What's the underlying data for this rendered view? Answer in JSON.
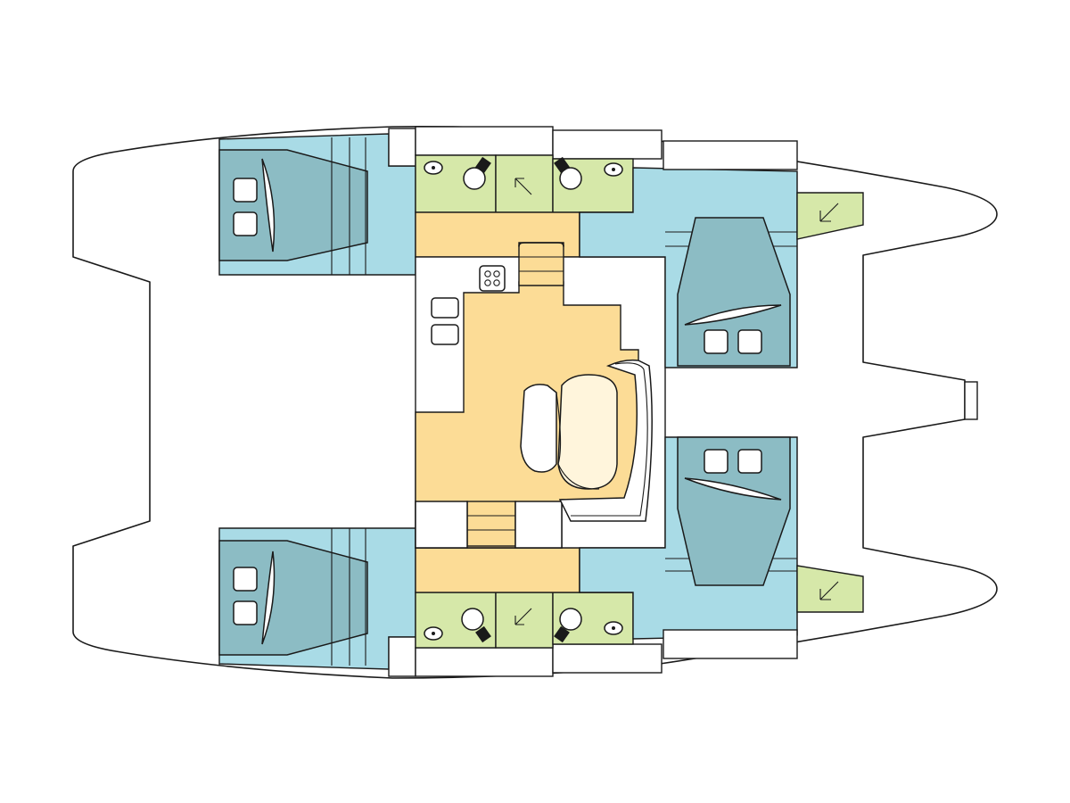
{
  "diagram": {
    "colors": {
      "cabin": "#a9dbe6",
      "bed": "#8cbcc4",
      "wet": "#d6e8a9",
      "salon": "#fcdc96",
      "outline": "#1a1a1a",
      "background": "#ffffff"
    },
    "icons": [
      "bed-icon",
      "pillow-icon",
      "toilet-icon",
      "sink-icon",
      "shower-icon",
      "stove-icon",
      "table-icon",
      "sofa-icon",
      "stairs-icon"
    ],
    "cabins": [
      {
        "position": "port-aft"
      },
      {
        "position": "starboard-aft"
      },
      {
        "position": "port-forward"
      },
      {
        "position": "starboard-forward"
      }
    ],
    "heads": [
      {
        "position": "port-aft"
      },
      {
        "position": "port-forward"
      },
      {
        "position": "starboard-aft"
      },
      {
        "position": "starboard-forward"
      }
    ]
  }
}
